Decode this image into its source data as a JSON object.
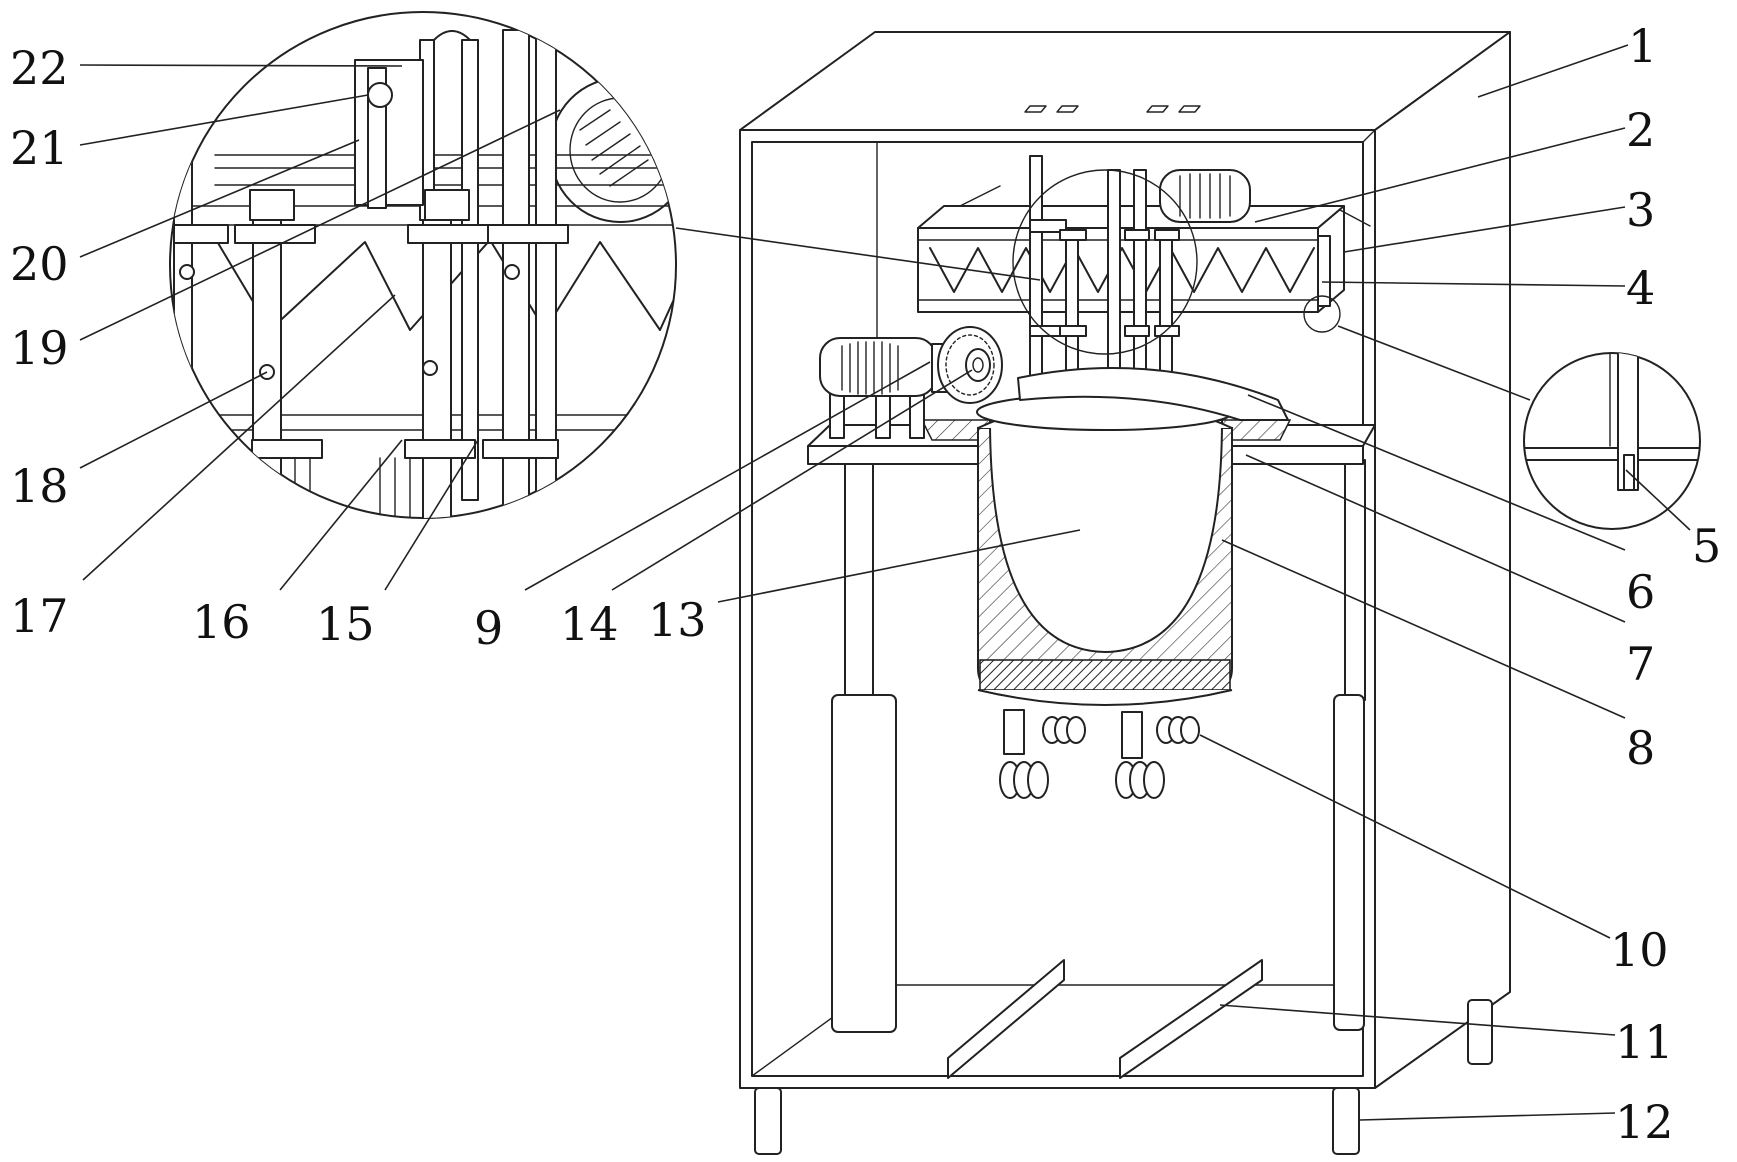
{
  "figure": {
    "labels": [
      {
        "id": "1",
        "text": "1"
      },
      {
        "id": "2",
        "text": "2"
      },
      {
        "id": "3",
        "text": "3"
      },
      {
        "id": "4",
        "text": "4"
      },
      {
        "id": "5",
        "text": "5"
      },
      {
        "id": "6",
        "text": "6"
      },
      {
        "id": "7",
        "text": "7"
      },
      {
        "id": "8",
        "text": "8"
      },
      {
        "id": "9",
        "text": "9"
      },
      {
        "id": "10",
        "text": "10"
      },
      {
        "id": "11",
        "text": "11"
      },
      {
        "id": "12",
        "text": "12"
      },
      {
        "id": "13",
        "text": "13"
      },
      {
        "id": "14",
        "text": "14"
      },
      {
        "id": "15",
        "text": "15"
      },
      {
        "id": "16",
        "text": "16"
      },
      {
        "id": "17",
        "text": "17"
      },
      {
        "id": "18",
        "text": "18"
      },
      {
        "id": "19",
        "text": "19"
      },
      {
        "id": "20",
        "text": "20"
      },
      {
        "id": "21",
        "text": "21"
      },
      {
        "id": "22",
        "text": "22"
      }
    ]
  }
}
